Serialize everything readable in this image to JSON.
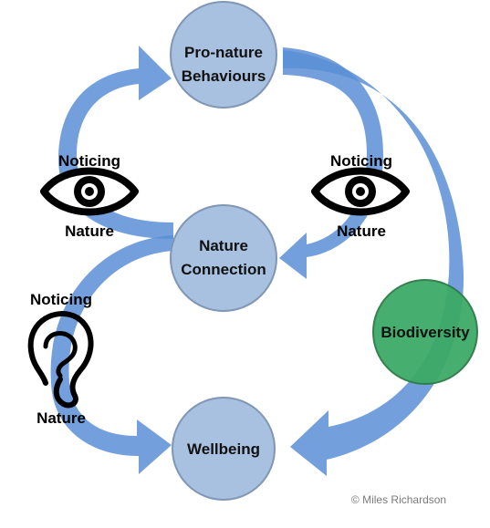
{
  "nodes": {
    "pro_nature": {
      "line1": "Pro-nature",
      "line2": "Behaviours"
    },
    "connection": {
      "line1": "Nature",
      "line2": "Connection"
    },
    "wellbeing": {
      "line1": "Wellbeing"
    },
    "biodiversity": {
      "line1": "Biodiversity"
    }
  },
  "pathways": {
    "left_eye": {
      "top": "Noticing",
      "bottom": "Nature",
      "icon": "eye-icon"
    },
    "right_eye": {
      "top": "Noticing",
      "bottom": "Nature",
      "icon": "eye-icon"
    },
    "ear": {
      "top": "Noticing",
      "bottom": "Nature",
      "icon": "ear-icon"
    }
  },
  "copyright": "© Miles Richardson",
  "colors": {
    "node_fill": "#a9c1e0",
    "node_stroke": "#7f96b4",
    "arrow_fill": "#5b8fd6",
    "biodiversity_fill": "#3daa67",
    "biodiversity_stroke": "#2c7a46"
  }
}
